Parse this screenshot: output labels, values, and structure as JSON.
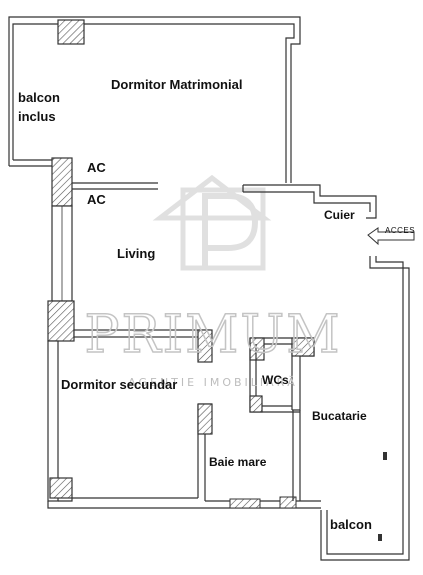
{
  "floor_plan": {
    "rooms": {
      "master_bedroom": "Dormitor Matrimonial",
      "balcony_included_line1": "balcon",
      "balcony_included_line2": "inclus",
      "living": "Living",
      "secondary_bedroom": "Dormitor secundar",
      "wc": "WCs",
      "kitchen": "Bucatarie",
      "large_bathroom": "Baie mare",
      "cloakroom": "Cuier",
      "balcony": "balcon"
    },
    "ac_labels": [
      "AC",
      "AC"
    ],
    "entrance": "ACCES"
  },
  "watermark": {
    "brand": "PRIMUM",
    "tagline": "AGENTIE IMOBILIARĂ"
  },
  "colors": {
    "wall": "#333333",
    "hatch": "#555555",
    "text": "#111111",
    "watermark": "#cfcfcf"
  }
}
